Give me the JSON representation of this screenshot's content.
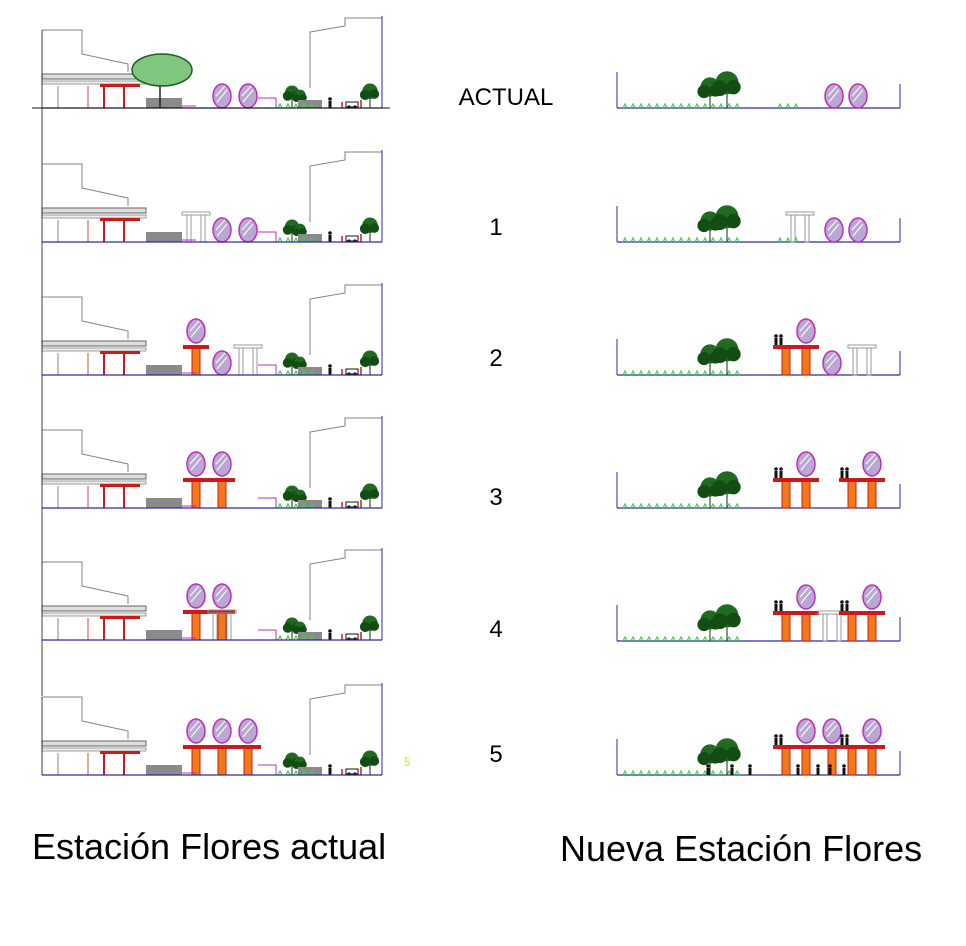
{
  "stages": [
    {
      "label": "ACTUAL",
      "left": {
        "trees": 1,
        "stations": [],
        "cars": true
      },
      "right": {
        "stations": [],
        "elevated": []
      }
    },
    {
      "label": "1",
      "left": {
        "trees": 0,
        "stations": [],
        "cars": true
      },
      "right": {
        "stations": [],
        "elevated": []
      }
    },
    {
      "label": "2",
      "left": {
        "trees": 0,
        "stations": [
          "s1"
        ],
        "cars": true
      },
      "right": {
        "stations": [
          "s1"
        ],
        "elevated": []
      }
    },
    {
      "label": "3",
      "left": {
        "trees": 0,
        "stations": [
          "s1",
          "s2"
        ],
        "cars": true
      },
      "right": {
        "stations": [
          "s1",
          "s2"
        ],
        "elevated": []
      }
    },
    {
      "label": "4",
      "left": {
        "trees": 0,
        "stations": [
          "s1",
          "s2"
        ],
        "cars": true
      },
      "right": {
        "stations": [
          "s1",
          "s2"
        ],
        "elevated": []
      }
    },
    {
      "label": "5",
      "left": {
        "trees": 0,
        "stations": [
          "s1",
          "s2",
          "s3"
        ],
        "cars": true
      },
      "right": {
        "stations": [
          "s1",
          "s2",
          "s3",
          "s4"
        ],
        "elevated": []
      }
    }
  ],
  "stray_mark": "5",
  "captions": {
    "left": "Estación Flores actual",
    "right": "Nueva Estación Flores"
  },
  "colors": {
    "ground": "#2a2aa8",
    "building": "#808080",
    "structure_red": "#cc1a1a",
    "tree": "#1f6b1f",
    "tree_dark": "#144d14",
    "bush": "#b9a8cf",
    "bush_outline": "#c02bc0",
    "column_orange": "#f07a1a",
    "grass": "#3cd63c",
    "pink_line": "#c02bc0",
    "grey_wall": "#8a8a8a",
    "stray_mark": "#e6e600"
  }
}
